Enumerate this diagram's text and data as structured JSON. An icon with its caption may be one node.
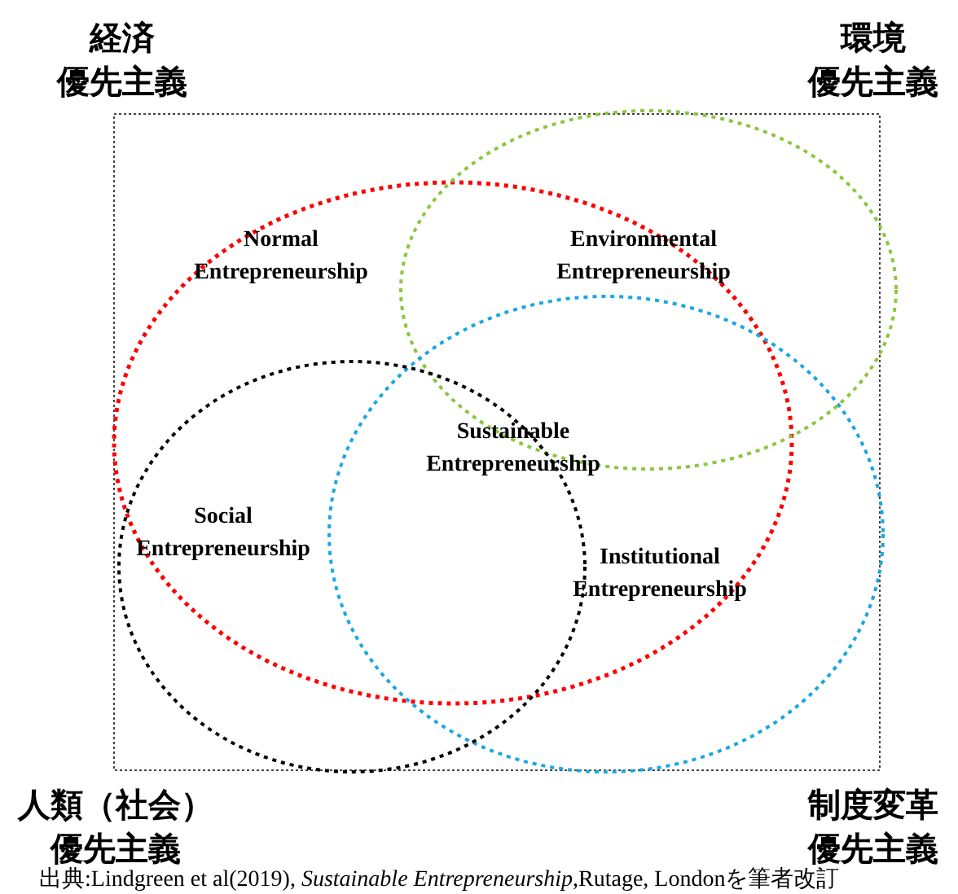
{
  "diagram": {
    "caption": "出典:Lindgreen et al(2019), *Sustainable Entrepreneurship*,Rutage, Londonを筆者改訂",
    "labels": [
      "経済優先主義",
      "環境優先主義",
      "Normal Entrepreneurship",
      "Environmental Entrepreneurship",
      "Sustainable Entrepreneurship",
      "Social Entrepreneurship",
      "Institutional Entrepreneurship",
      "人類（社会）優先主義",
      "制度変革優先主義"
    ]
  }
}
